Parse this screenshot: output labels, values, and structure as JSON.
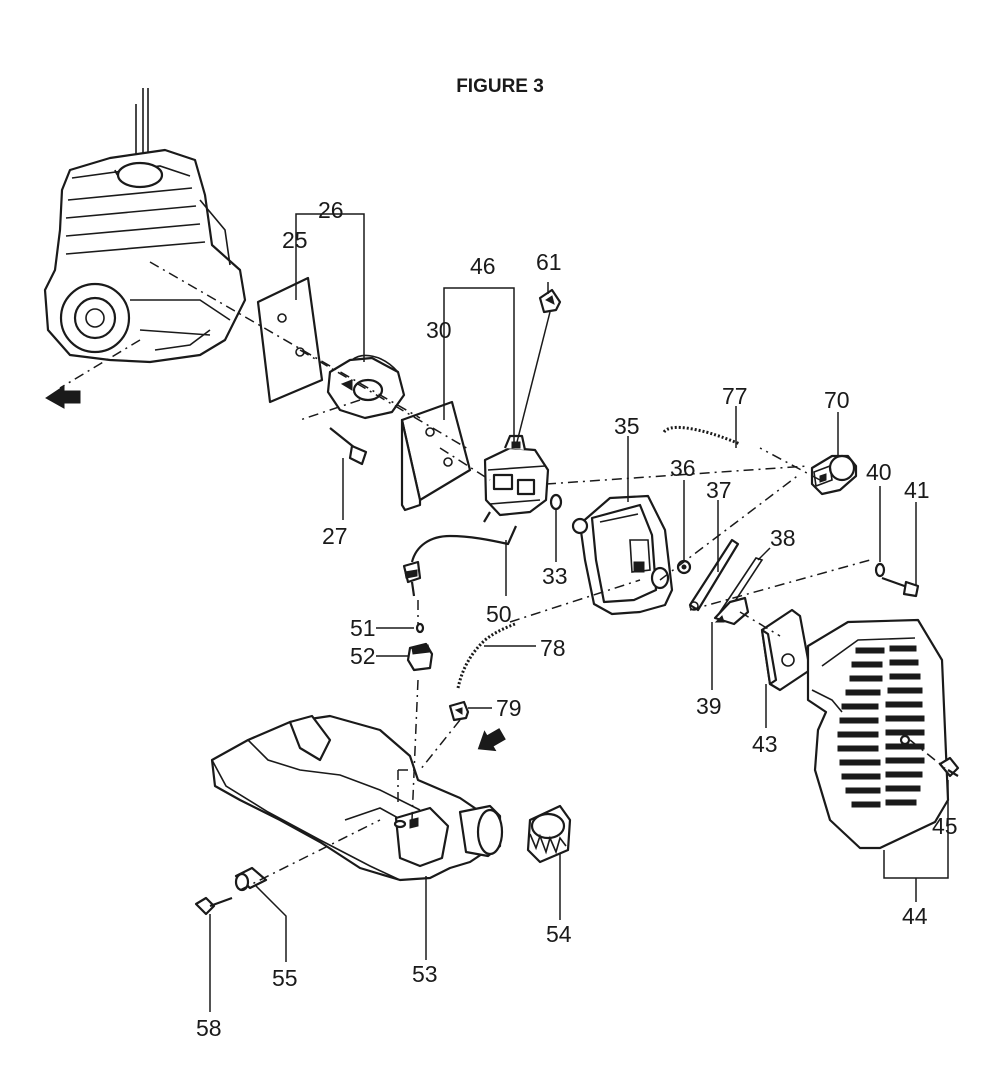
{
  "figure": {
    "title": "FIGURE 3"
  },
  "labels": {
    "p25": "25",
    "p26": "26",
    "p27": "27",
    "p30": "30",
    "p33": "33",
    "p35": "35",
    "p36": "36",
    "p37": "37",
    "p38": "38",
    "p39": "39",
    "p40": "40",
    "p41": "41",
    "p43": "43",
    "p44": "44",
    "p45": "45",
    "p46": "46",
    "p50": "50",
    "p51": "51",
    "p52": "52",
    "p53": "53",
    "p54": "54",
    "p55": "55",
    "p58": "58",
    "p61": "61",
    "p70": "70",
    "p77": "77",
    "p78": "78",
    "p79": "79"
  },
  "parts": [
    {
      "id": "engine",
      "icon": "engine-block-icon"
    },
    {
      "id": "25",
      "icon": "gasket-icon"
    },
    {
      "id": "26",
      "icon": "insulator-icon"
    },
    {
      "id": "27",
      "icon": "bolt-icon"
    },
    {
      "id": "30",
      "icon": "gasket-icon"
    },
    {
      "id": "46",
      "icon": "carburetor-icon"
    },
    {
      "id": "61",
      "icon": "clip-icon"
    },
    {
      "id": "35",
      "icon": "air-cleaner-base-icon"
    },
    {
      "id": "43",
      "icon": "air-filter-icon"
    },
    {
      "id": "44",
      "icon": "air-cleaner-cover-icon"
    },
    {
      "id": "53",
      "icon": "fuel-tank-icon"
    },
    {
      "id": "54",
      "icon": "fuel-cap-icon"
    },
    {
      "id": "70",
      "icon": "primer-bulb-icon"
    }
  ]
}
